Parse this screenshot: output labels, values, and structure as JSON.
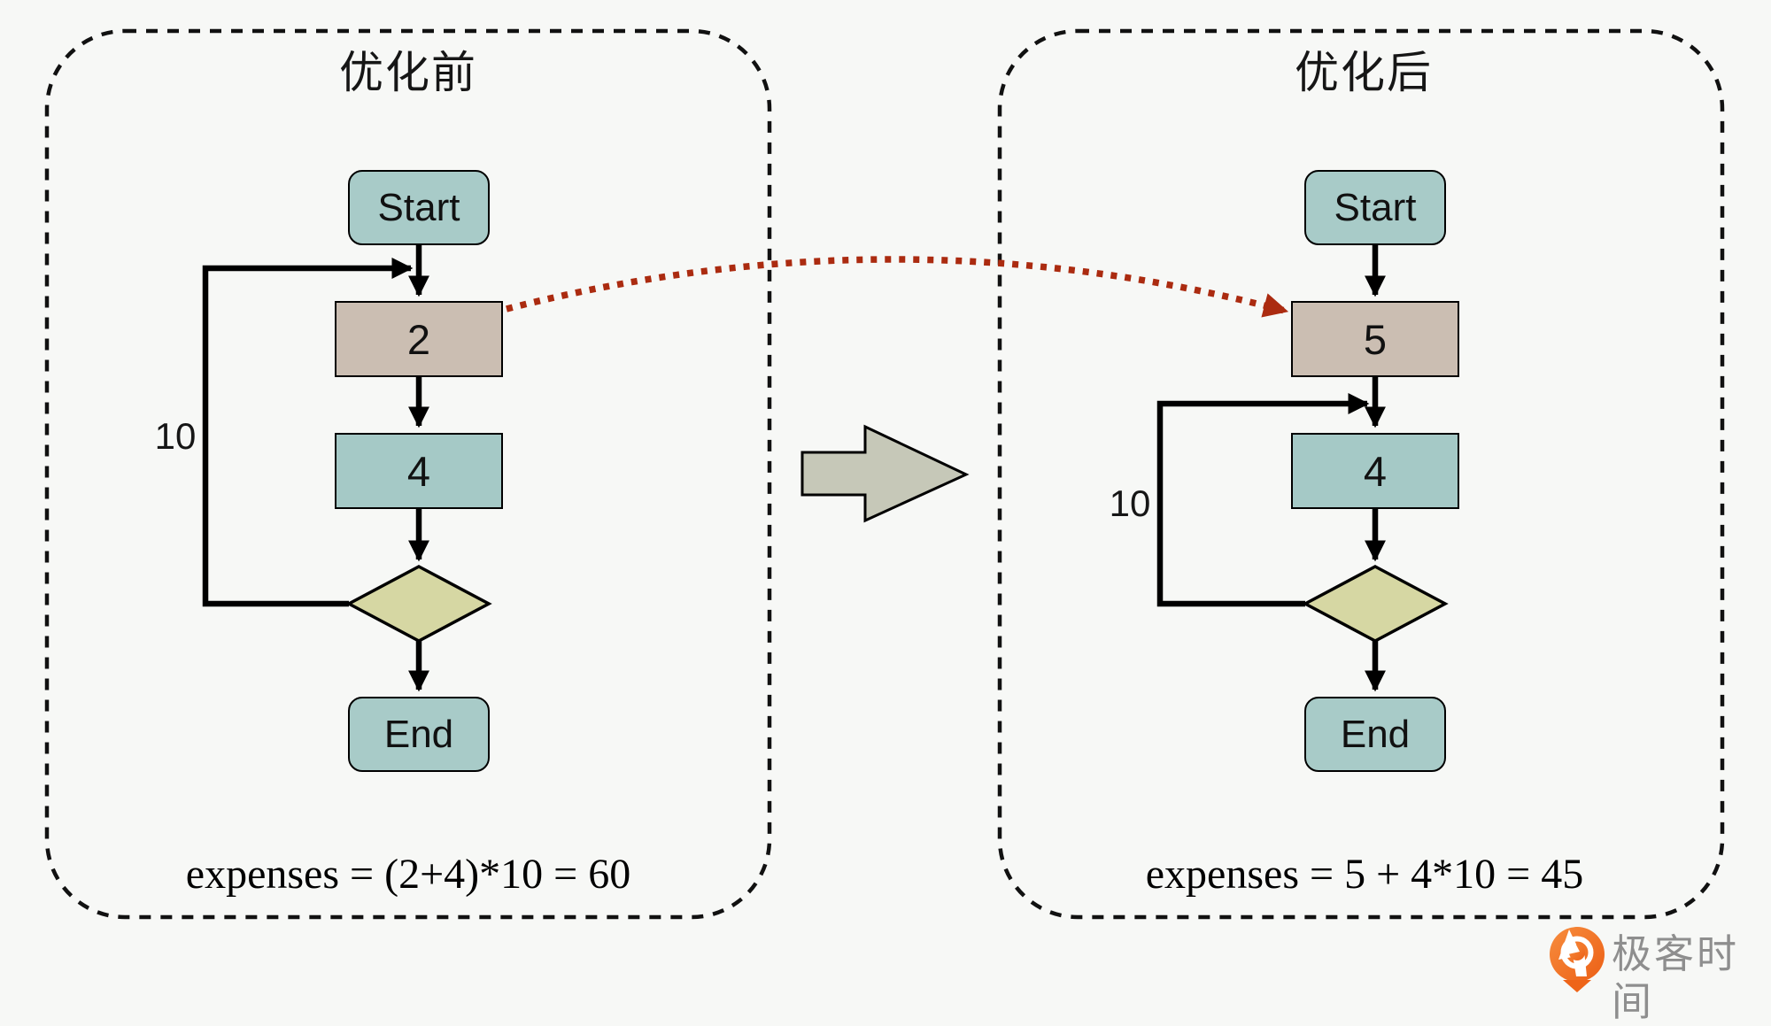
{
  "panels": {
    "before": {
      "title": "优化前",
      "loop_count": "10",
      "nodes": {
        "start": "Start",
        "invariant": "2",
        "body": "4",
        "end": "End"
      },
      "formula": "expenses = (2+4)*10 = 60"
    },
    "after": {
      "title": "优化后",
      "loop_count": "10",
      "nodes": {
        "start": "Start",
        "invariant": "5",
        "body": "4",
        "end": "End"
      },
      "formula": "expenses = 5 + 4*10 = 45"
    }
  },
  "branding": {
    "logo_text": "极客时间"
  },
  "icons": {
    "transform_arrow": "block-arrow-right",
    "move_arrow": "red-dotted-curved-arrow",
    "logo": "geektime-pin-logo"
  },
  "colors": {
    "background": "#f7f8f6",
    "terminal_fill": "#a8cbc8",
    "invariant_fill": "#cbbeb2",
    "body_fill": "#a5c9c6",
    "decision_fill": "#d6d7a3",
    "transform_arrow_fill": "#c6c8b8",
    "move_arrow_red": "#ab2b10",
    "line_black": "#000000",
    "logo_orange": "#f16f21",
    "logo_text_gray": "#8e8e8e"
  }
}
